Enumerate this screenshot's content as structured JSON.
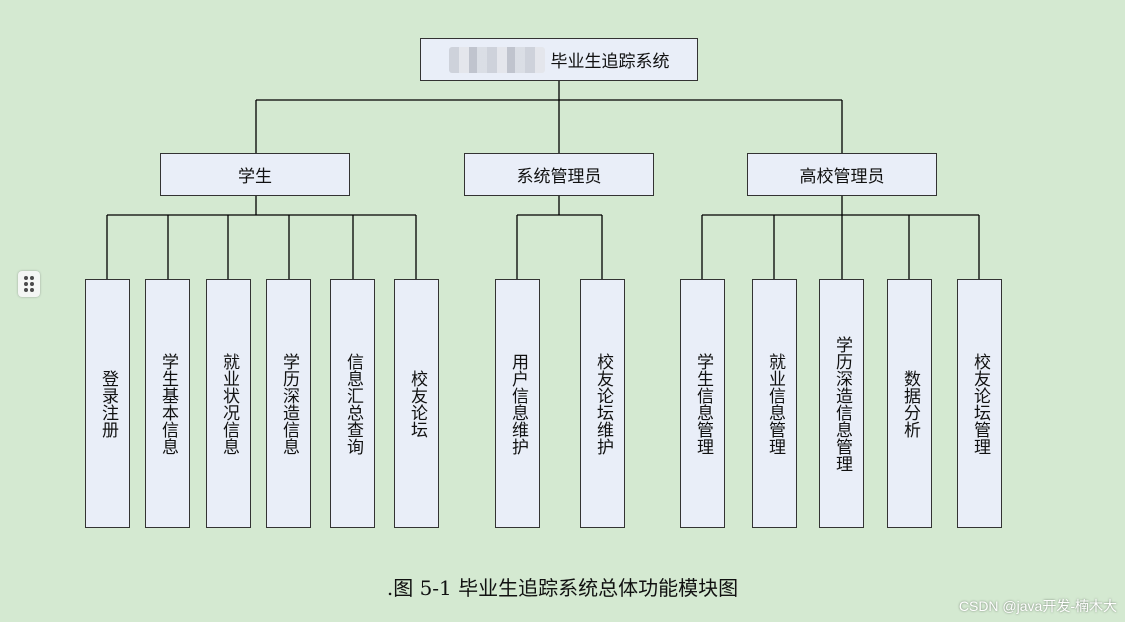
{
  "root": {
    "label": "毕业生追踪系统"
  },
  "groups": [
    {
      "label": "学生",
      "children": [
        "登录注册",
        "学生基本信息",
        "就业状况信息",
        "学历深造信息",
        "信息汇总查询",
        "校友论坛"
      ]
    },
    {
      "label": "系统管理员",
      "children": [
        "用户信息维护",
        "校友论坛维护"
      ]
    },
    {
      "label": "高校管理员",
      "children": [
        "学生信息管理",
        "就业信息管理",
        "学历深造信息管理",
        "数据分析",
        "校友论坛管理"
      ]
    }
  ],
  "caption": ".图 5-1  毕业生追踪系统总体功能模块图",
  "watermark": "CSDN @java开发-楠木大",
  "icons": {
    "drag_handle": "drag-handle-icon",
    "redacted": "redacted-blur"
  }
}
